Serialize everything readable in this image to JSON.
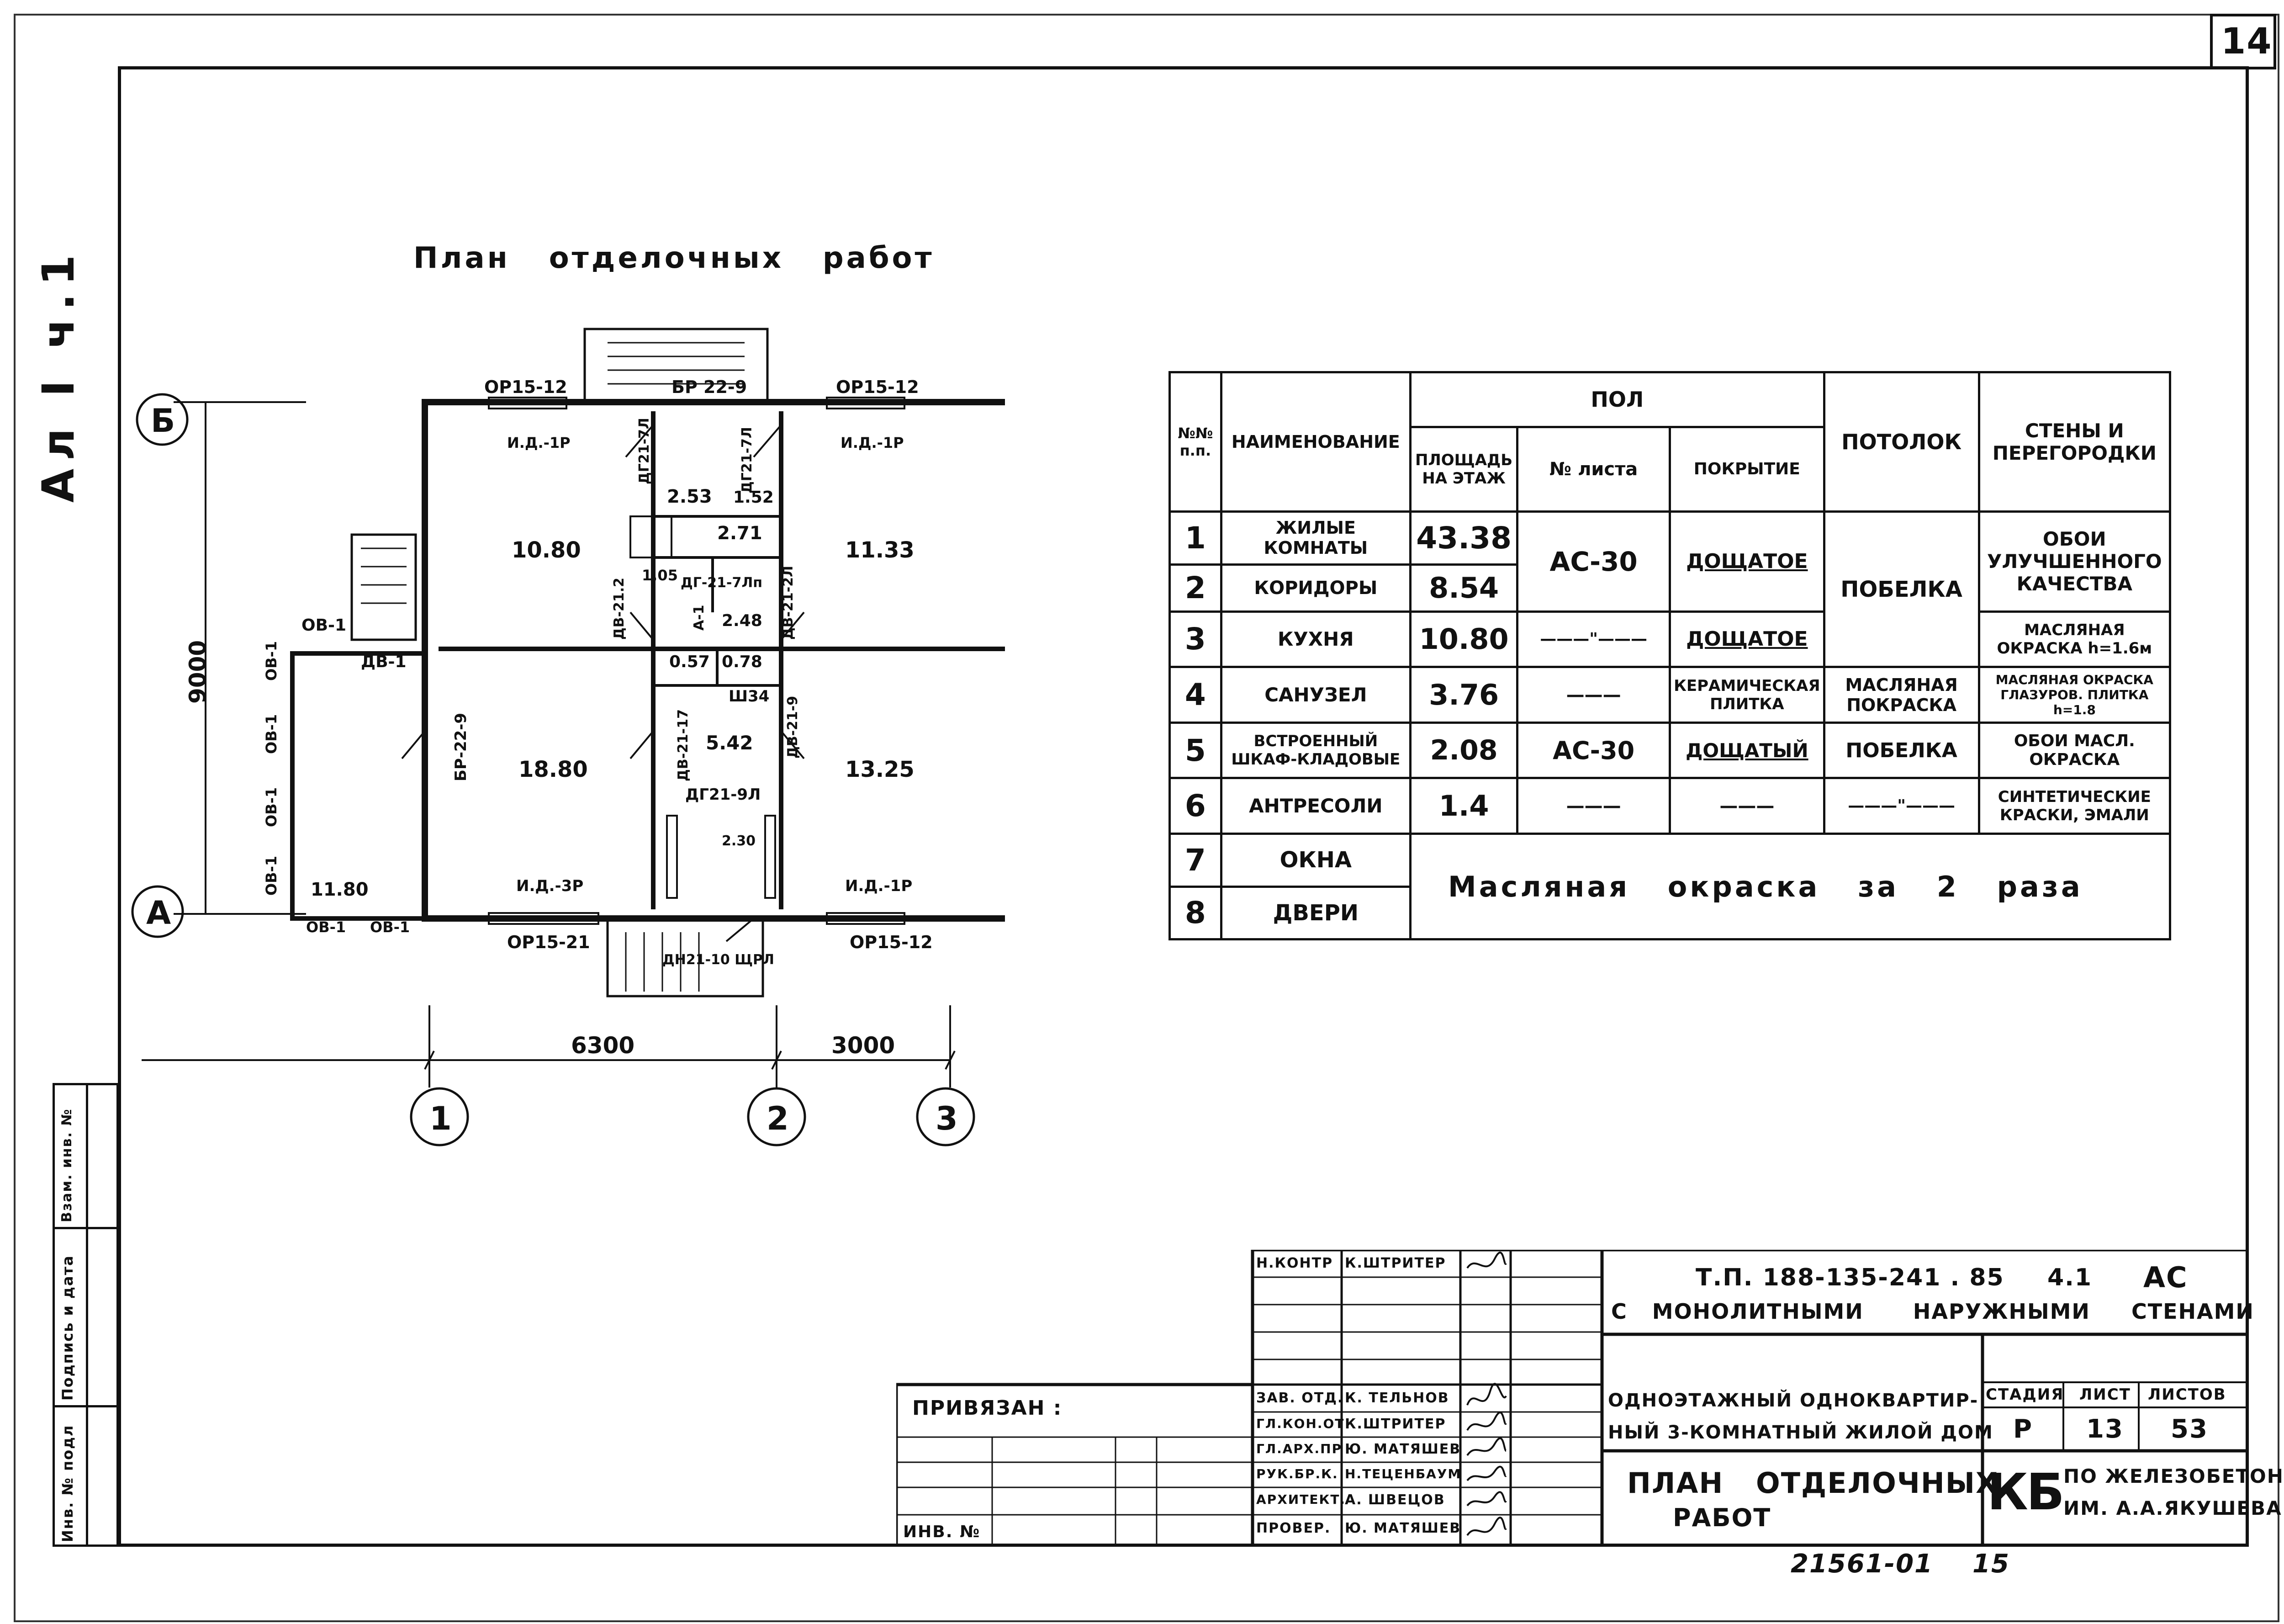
{
  "sheet_number": "14",
  "side_label": "Ал I ч.1",
  "plan_title": "План   отделочных   работ",
  "grid": {
    "axis_b": "Б",
    "axis_a": "А",
    "axis_1": "1",
    "axis_2": "2",
    "axis_3": "3",
    "dim_vertical": "9000",
    "dim_6300": "6300",
    "dim_3000": "3000"
  },
  "plan_labels": {
    "op1512_left": "ОР15-12",
    "op1512_right": "ОР15-12",
    "br229_top": "БР 22-9",
    "id1r_top_left": "И.Д.-1Р",
    "id1r_top_right": "И.Д.-1Р",
    "dg217l_a": "ДГ21-7Л",
    "dg217l_b": "ДГ21-7Л",
    "area_253": "2.53",
    "area_152": "1.52",
    "area_271": "2.71",
    "area_1080": "10.80",
    "area_1133": "11.33",
    "area_105": "1.05",
    "dg217ln": "ДГ-21-7Лп",
    "dv212_left": "ДВ-21.2",
    "dv212l_right": "ДВ-21-2Л",
    "a1": "А-1",
    "area_248": "2.48",
    "ov1_a": "ОВ-1",
    "dv1": "ДВ-1",
    "ov1_b": "ОВ-1",
    "ov1_c": "ОВ-1",
    "ov1_d": "ОВ-1",
    "ov1_e": "ОВ-1",
    "ov1_f": "ОВ-1",
    "ov1_g": "ОВ-1",
    "br229_side": "БР-22-9",
    "area_057": "0.57",
    "area_078": "0.78",
    "sh34": "Ш34",
    "area_1880": "18.80",
    "area_542": "5.42",
    "area_1325": "13.25",
    "dv2117": "ДВ-21-17",
    "dv219": "ДВ-21-9",
    "dg219l": "ДГ21-9Л",
    "area_230": "2.30",
    "area_1180": "11.80",
    "id3r": "И.Д.-3Р",
    "id1r_bottom": "И.Д.-1Р",
    "op1521": "ОР15-21",
    "op1512_bottom": "ОР15-12",
    "dn2110": "ДН21-10 ЩРЛ"
  },
  "finish_table": {
    "headers": {
      "num": "№№ п.п.",
      "name": "НАИМЕНОВАНИЕ",
      "floor": "ПОЛ",
      "area": "ПЛОЩАДЬ НА ЭТАЖ",
      "sheet": "№ листа",
      "cover": "ПОКРЫТИЕ",
      "ceiling": "ПОТОЛОК",
      "walls": "СТЕНЫ И ПЕРЕГОРОДКИ"
    },
    "rows": [
      {
        "num": "1",
        "name": "ЖИЛЫЕ КОМНАТЫ",
        "area": "43.38"
      },
      {
        "num": "2",
        "name": "КОРИДОРЫ",
        "area": "8.54"
      },
      {
        "num": "3",
        "name": "КУХНЯ",
        "area": "10.80",
        "sheet": "———\"———",
        "cover": "ДОЩАТОЕ",
        "walls": "МАСЛЯНАЯ ОКРАСКА h=1.6м"
      },
      {
        "num": "4",
        "name": "САНУЗЕЛ",
        "area": "3.76",
        "sheet": "———",
        "cover": "КЕРАМИЧЕСКАЯ ПЛИТКА",
        "ceiling": "МАСЛЯНАЯ ПОКРАСКА",
        "walls": "МАСЛЯНАЯ ОКРАСКА ГЛАЗУРОВ. ПЛИТКА h=1.8"
      },
      {
        "num": "5",
        "name": "ВСТРОЕННЫЙ ШКАФ-КЛАДОВЫЕ",
        "area": "2.08",
        "sheet": "АС-30",
        "cover": "ДОЩАТЫЙ",
        "ceiling": "ПОБЕЛКА",
        "walls": "ОБОИ МАСЛ. ОКРАСКА"
      },
      {
        "num": "6",
        "name": "АНТРЕСОЛИ",
        "area": "1.4",
        "sheet": "———",
        "cover": "———",
        "ceiling": "———\"———",
        "walls": "СИНТЕТИЧЕСКИЕ КРАСКИ, ЭМАЛИ"
      },
      {
        "num": "7",
        "name": "ОКНА"
      },
      {
        "num": "8",
        "name": "ДВЕРИ"
      }
    ],
    "merged_sheet_12": "АС-30",
    "merged_cover_12": "ДОЩАТОЕ",
    "merged_ceiling_123": "ПОБЕЛКА",
    "merged_walls_12": "ОБОИ УЛУЧШЕННОГО КАЧЕСТВА",
    "merged_78": "Масляная   окраска   за   2   раза"
  },
  "margin_stamp": {
    "col1": "Инв. № подл",
    "col2": "Подпись и дата",
    "col3": "Взам. инв. №"
  },
  "title_block": {
    "privyazan": "ПРИВЯЗАН :",
    "inv_no": "ИНВ. №",
    "roles": [
      {
        "role": "Н.КОНТР",
        "name": "К.ШТРИТЕР"
      },
      {
        "role": "",
        "name": ""
      },
      {
        "role": "",
        "name": ""
      },
      {
        "role": "",
        "name": ""
      },
      {
        "role": "ЗАВ. ОТД.",
        "name": "К. ТЕЛЬНОВ"
      },
      {
        "role": "ГЛ.КОН.ОТ",
        "name": "К.ШТРИТЕР"
      },
      {
        "role": "ГЛ.АРХ.ПР",
        "name": "Ю. МАТЯШЕВ"
      },
      {
        "role": "РУК.БР.К.",
        "name": "Н.ТЕЦЕНБАУМ"
      },
      {
        "role": "АРХИТЕКТ.",
        "name": "А. ШВЕЦОВ"
      },
      {
        "role": "ПРОВЕР.",
        "name": "Ю. МАТЯШЕВ"
      }
    ],
    "project_code": "Т.П. 188-135-241 . 85",
    "code_suffix": "4.1",
    "code_suffix2": "АС",
    "subtitle": "С   МОНОЛИТНЫМИ      НАРУЖНЫМИ     СТЕНАМИ",
    "building_line1": "ОДНОЭТАЖНЫЙ ОДНОКВАРТИР-",
    "building_line2": "НЫЙ 3-КОМНАТНЫЙ ЖИЛОЙ ДОМ",
    "stage_label": "СТАДИЯ",
    "sheet_label": "ЛИСТ",
    "sheets_label": "ЛИСТОВ",
    "stage_value": "Р",
    "sheet_value": "13",
    "sheets_value": "53",
    "drawing_title_line1": "ПЛАН   ОТДЕЛОЧНЫХ",
    "drawing_title_line2": "РАБОТ",
    "org_logo": "КБ",
    "org_line1": "ПО ЖЕЛЕЗОБЕТОНУ",
    "org_line2": "ИМ. А.А.ЯКУШЕВА"
  },
  "bottom_number": "21561-01    15"
}
